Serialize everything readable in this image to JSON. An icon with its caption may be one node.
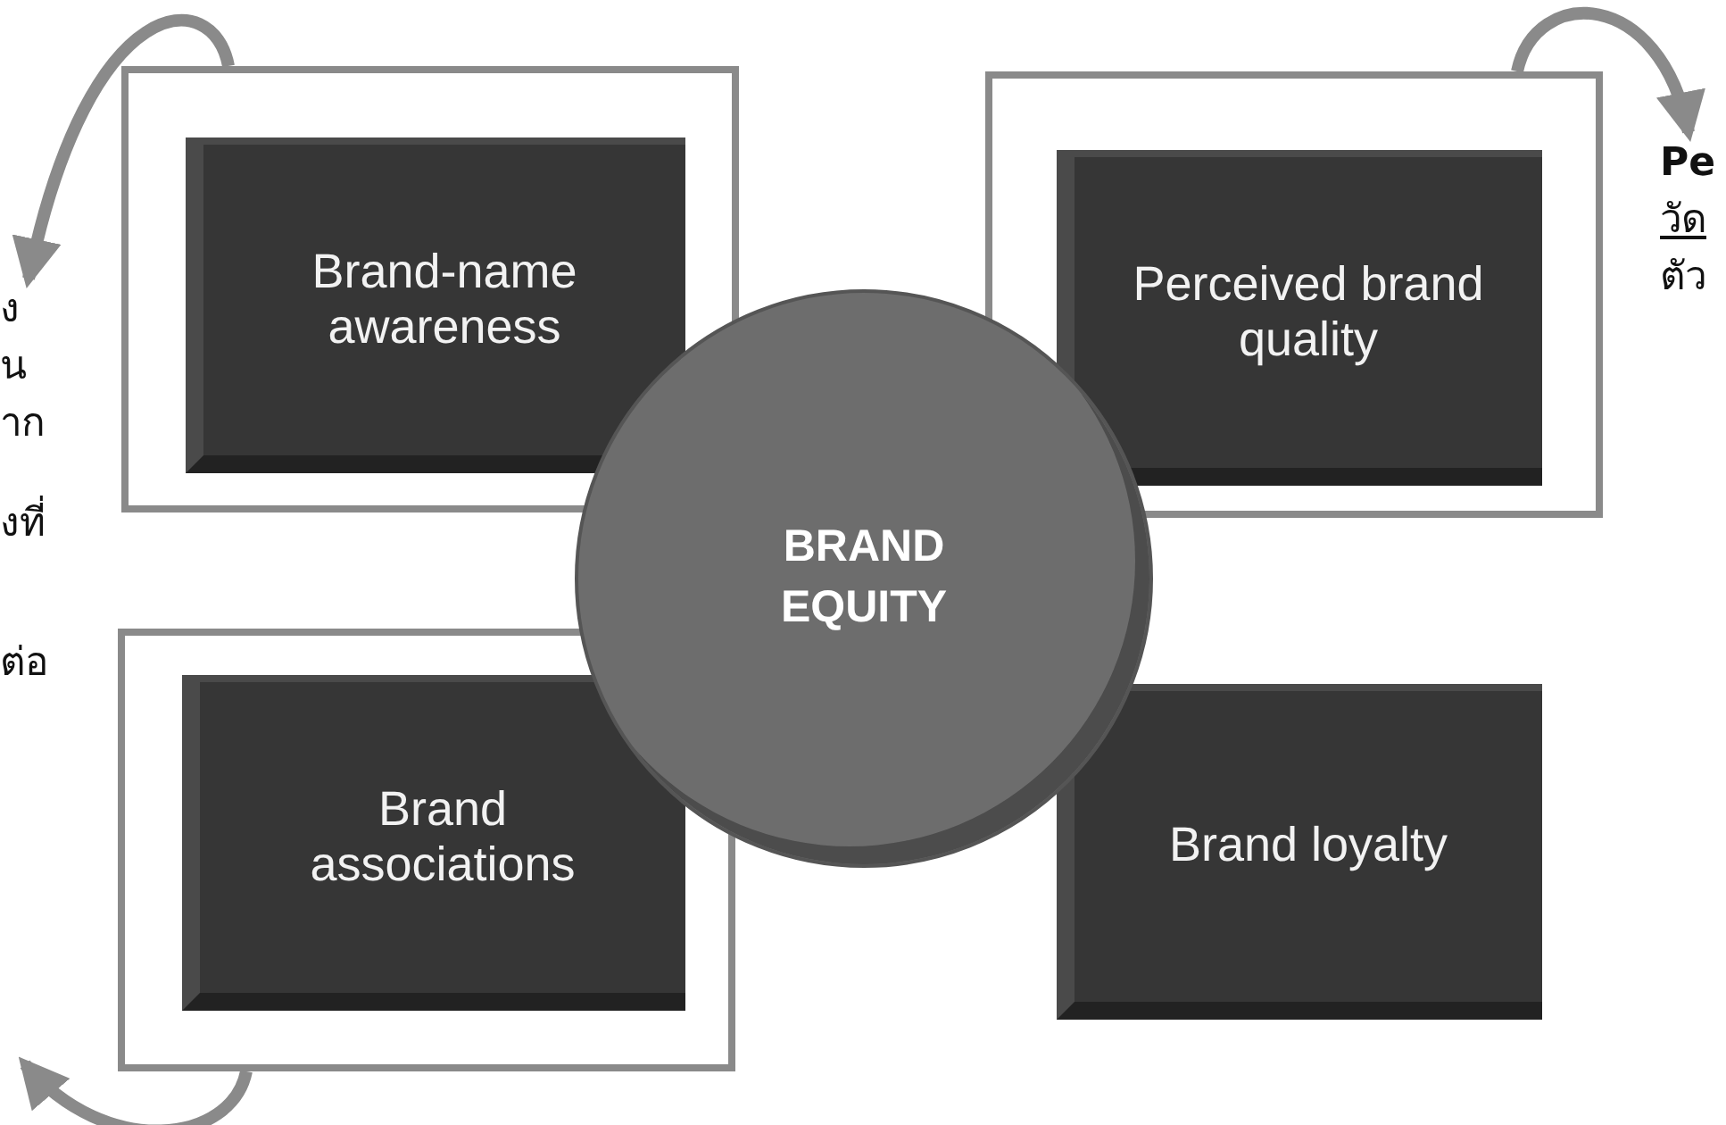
{
  "diagram": {
    "nodes": [
      {
        "text": [],
        "shape": "box"
      },
      {
        "text": [
          "Brand-name awareness"
        ],
        "in": 0
      },
      {
        "text": [],
        "shape": "box"
      },
      {
        "text": [
          "Perceived brand quality"
        ],
        "in": 2
      },
      {
        "text": [],
        "shape": "box"
      },
      {
        "text": [
          "Brand associations"
        ],
        "in": 4
      },
      {
        "text": [
          "Brand loyalty"
        ]
      },
      {
        "text": [
          "BRAND EQUITY"
        ]
      },
      {
        "text": [
          "ง ่น าก"
        ]
      },
      {
        "text": [
          "Pe",
          "วัด",
          "ตัว"
        ]
      }
    ],
    "edges": [
      {
        "from": 0,
        "to": 8,
        "arrow": "to"
      },
      {
        "from": 2,
        "to": 9,
        "arrow": "to"
      },
      {
        "from": 4,
        "to": null,
        "arrow": "to"
      }
    ],
    "labels": [
      "งที่",
      "ต่อ"
    ]
  }
}
